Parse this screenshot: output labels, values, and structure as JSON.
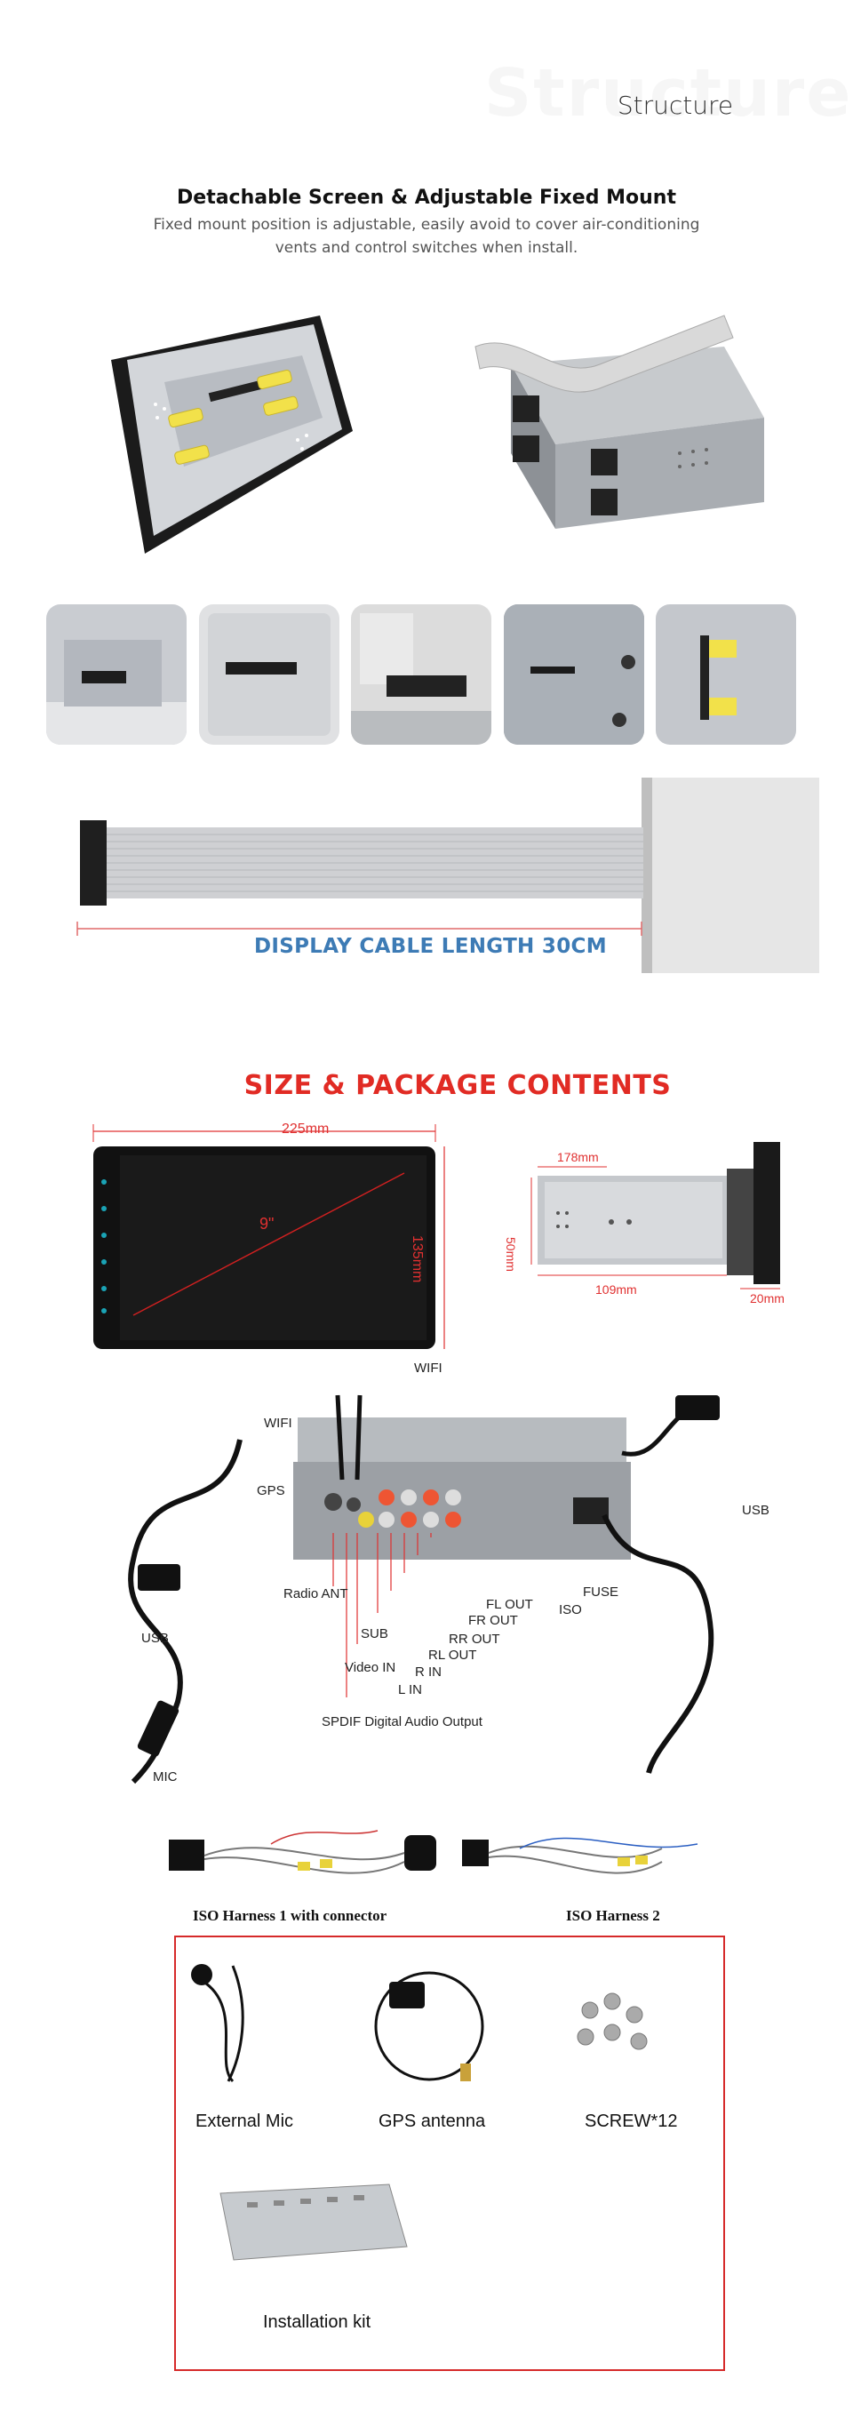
{
  "header": {
    "ghost_title": "Structure",
    "title": "Structure"
  },
  "detachable": {
    "heading": "Detachable Screen & Adjustable Fixed Mount",
    "description": "Fixed mount position is adjustable, easily avoid to cover air-conditioning vents and control switches when install."
  },
  "cable": {
    "label": "DISPLAY CABLE LENGTH 30CM"
  },
  "size_section": {
    "title": "SIZE & PACKAGE CONTENTS",
    "front": {
      "width": "225mm",
      "height": "135mm",
      "diagonal": "9\""
    },
    "side": {
      "depth": "178mm",
      "height": "50mm",
      "body": "109mm",
      "panel": "20mm"
    }
  },
  "wiring": {
    "labels": {
      "wifi_top": "WIFI",
      "wifi": "WIFI",
      "gps": "GPS",
      "usb_right": "USB",
      "usb_left": "USB",
      "radio_ant": "Radio ANT",
      "fl_out": "FL OUT",
      "fr_out": "FR OUT",
      "rr_out": "RR OUT",
      "rl_out": "RL OUT",
      "r_in": "R IN",
      "l_in": "L IN",
      "video_in": "Video IN",
      "sub": "SUB",
      "fuse": "FUSE",
      "iso": "ISO",
      "spdif": "SPDIF Digital Audio Output",
      "mic": "MIC"
    }
  },
  "harness": {
    "h1": "ISO Harness 1 with connector",
    "h2": "ISO Harness 2"
  },
  "package": {
    "mic": "External Mic",
    "gps": "GPS antenna",
    "screw": "SCREW*12",
    "kit": "Installation kit"
  },
  "colors": {
    "accent_red": "#e12b24",
    "cable_blue": "#3d7bb5",
    "dimension_red": "#e03030"
  }
}
